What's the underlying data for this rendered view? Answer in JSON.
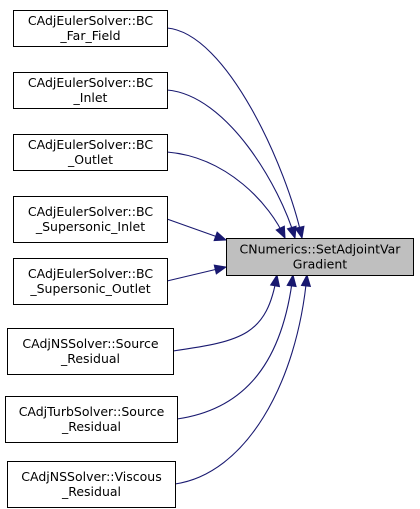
{
  "target": {
    "lines": [
      "CNumerics::SetAdjointVar",
      "Gradient"
    ]
  },
  "callers": [
    {
      "lines": [
        "CAdjEulerSolver::BC",
        "_Far_Field"
      ]
    },
    {
      "lines": [
        "CAdjEulerSolver::BC",
        "_Inlet"
      ]
    },
    {
      "lines": [
        "CAdjEulerSolver::BC",
        "_Outlet"
      ]
    },
    {
      "lines": [
        "CAdjEulerSolver::BC",
        "_Supersonic_Inlet"
      ]
    },
    {
      "lines": [
        "CAdjEulerSolver::BC",
        "_Supersonic_Outlet"
      ]
    },
    {
      "lines": [
        "CAdjNSSolver::Source",
        "_Residual"
      ]
    },
    {
      "lines": [
        "CAdjTurbSolver::Source",
        "_Residual"
      ]
    },
    {
      "lines": [
        "CAdjNSSolver::Viscous",
        "_Residual"
      ]
    }
  ],
  "colors": {
    "edge": "#191970",
    "target_fill": "#bfbfbf",
    "node_fill": "#ffffff",
    "border": "#000000"
  }
}
